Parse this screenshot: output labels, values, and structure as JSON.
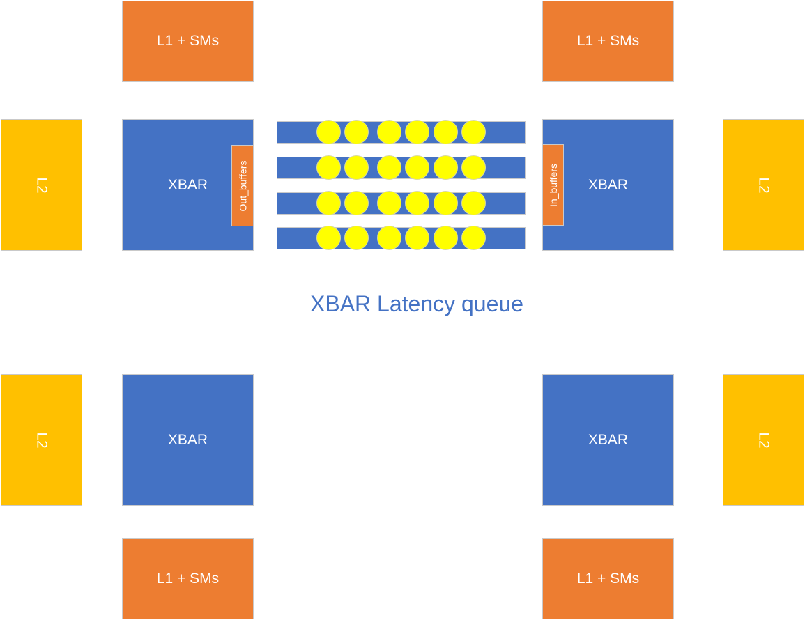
{
  "diagram": {
    "title": "XBAR Latency queue",
    "colors": {
      "l1_sms": "#ed7d31",
      "xbar": "#4472c4",
      "l2": "#ffc000",
      "buffer": "#ed7d31",
      "packet": "#ffff00",
      "title": "#4472c4"
    },
    "blocks": {
      "l1_top_left": "L1 + SMs",
      "l1_top_right": "L1 + SMs",
      "l1_bottom_left": "L1 + SMs",
      "l1_bottom_right": "L1 + SMs",
      "xbar_top_left": "XBAR",
      "xbar_top_right": "XBAR",
      "xbar_bottom_left": "XBAR",
      "xbar_bottom_right": "XBAR",
      "l2_top_left": "L2",
      "l2_top_right": "L2",
      "l2_bottom_left": "L2",
      "l2_bottom_right": "L2"
    },
    "buffers": {
      "out": "Out_buffers",
      "in": "In_buffers"
    },
    "queue": {
      "lanes": 4,
      "packets_per_lane": 6
    }
  }
}
